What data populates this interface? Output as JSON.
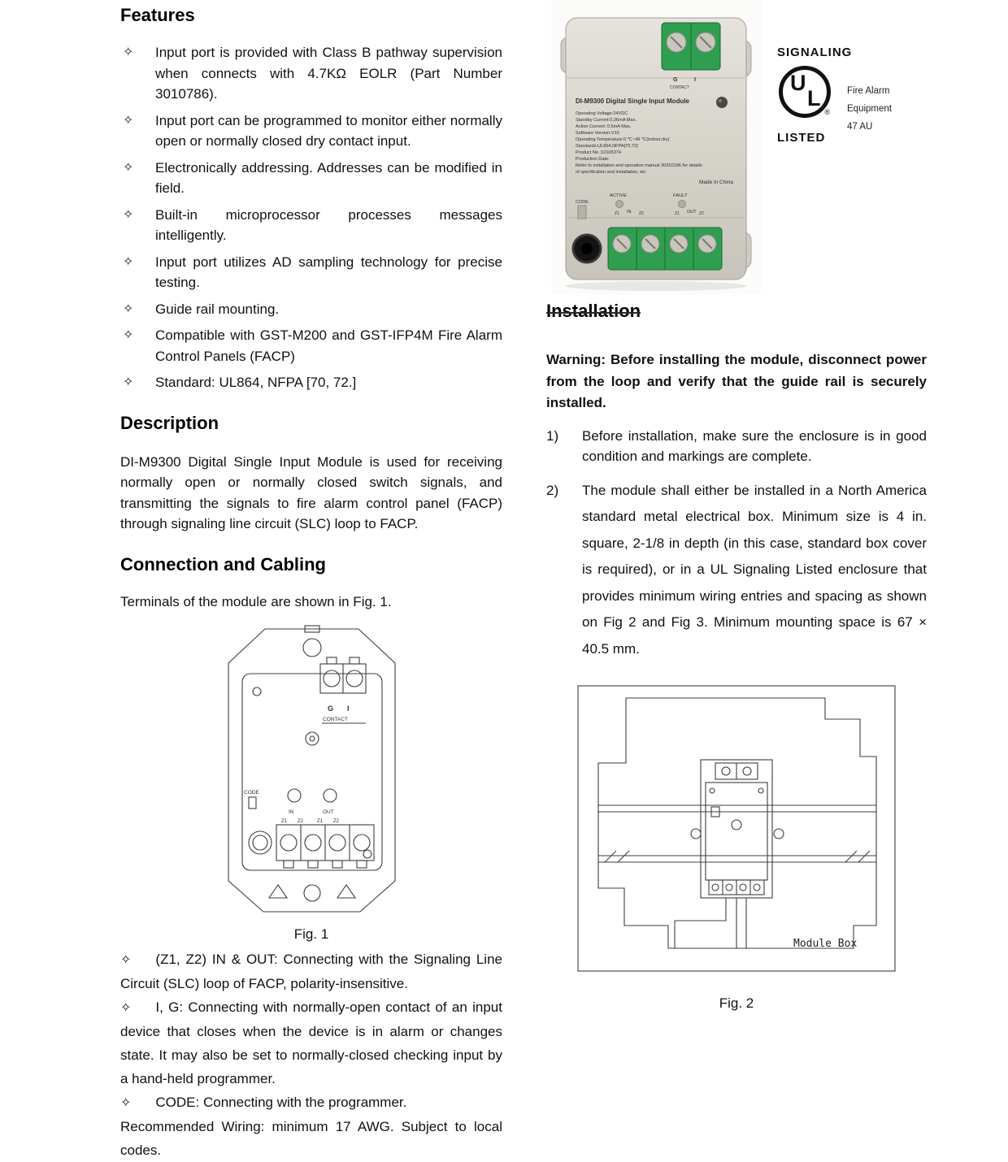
{
  "left": {
    "features": {
      "heading": "Features",
      "bullet": "✧",
      "items": [
        "Input port is provided with Class B pathway supervision when connects with 4.7KΩ EOLR (Part Number 3010786).",
        "Input port can be programmed to monitor either normally open or normally closed dry contact input.",
        "Electronically addressing. Addresses can be modified in field.",
        "Built-in microprocessor processes messages intelligently.",
        "Input port utilizes AD sampling technology for precise testing.",
        "Guide rail mounting.",
        "Compatible with GST-M200 and GST-IFP4M Fire Alarm Control Panels (FACP)",
        "Standard: UL864, NFPA [70, 72.]"
      ]
    },
    "description": {
      "heading": "Description",
      "body": "DI-M9300 Digital Single Input Module is used for receiving normally open or normally closed switch signals, and transmitting the signals to fire alarm control panel (FACP) through signaling line circuit (SLC) loop to FACP."
    },
    "connection": {
      "heading": "Connection and Cabling",
      "intro": "Terminals of the module are shown in Fig. 1.",
      "fig1_caption": "Fig. 1",
      "notes": [
        "(Z1, Z2) IN & OUT: Connecting with the Signaling Line Circuit (SLC) loop of FACP, polarity-insensitive.",
        "I, G: Connecting with normally-open contact of an input device that closes when the device is in alarm or changes state. It may also be set to normally-closed checking input by a hand-held programmer.",
        "CODE: Connecting with the programmer."
      ],
      "wiring": "Recommended Wiring: minimum 17 AWG. Subject to local codes."
    }
  },
  "right": {
    "cert": {
      "signaling": "SIGNALING",
      "u": "U",
      "l": "L",
      "reg": "®",
      "listed": "LISTED",
      "lines": [
        "Fire Alarm",
        "Equipment",
        "47 AU"
      ]
    },
    "installation": {
      "heading": "Installation",
      "warning": "Warning: Before installing the module, disconnect power from the loop and verify that the guide rail is securely installed.",
      "items": [
        {
          "num": "1)",
          "text": "Before installation, make sure the enclosure is in good condition and markings are complete."
        },
        {
          "num": "2)",
          "text": "The module shall either be installed in a North America standard metal electrical box. Minimum size is 4 in. square, 2-1/8 in depth (in this case, standard box cover is required), or in a UL Signaling Listed enclosure that provides minimum wiring entries and spacing as shown on Fig 2 and Fig 3. Minimum mounting space is 67 × 40.5 mm."
        }
      ],
      "fig2_caption": "Fig. 2",
      "module_box": "Module Box"
    }
  },
  "product": {
    "title": "DI-M9300 Digital Single Input Module",
    "label_lines": [
      "Operating Voltage:24VDC",
      "Standby Current:0.26mA Max.",
      "Action Current: 0.5mA Max.",
      "Software Version:V10",
      "Operating Temperature:0 ℃~49 ℃(indoor,dry)",
      "Standards:UL864,NFPA[70,72]",
      "Product No.:10105374",
      "Production Date:",
      "Refer to installation and operation manual 30310196 for details",
      "of specification and installation, etc"
    ],
    "made_in": "Made in China"
  },
  "module_labels": {
    "g": "G",
    "i": "I",
    "contact": "CONTACT",
    "code": "CODE",
    "in": "IN",
    "out": "OUT",
    "z1": "Z1",
    "z2": "Z2",
    "active": "ACTIVE",
    "fault": "FAULT"
  },
  "colors": {
    "terminal_green": "#2f9e50",
    "body_grey": "#d6d3cb",
    "line_art": "#3c3c3c"
  }
}
